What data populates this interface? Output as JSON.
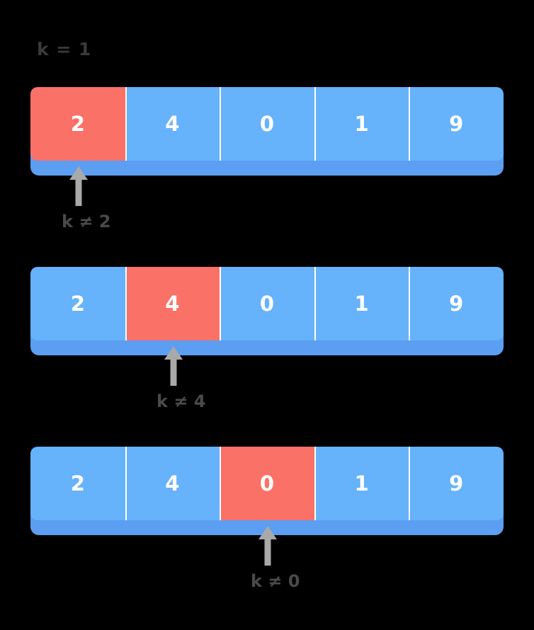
{
  "background_color": "#000000",
  "colors": {
    "cell_default": "#66b2fb",
    "cell_highlight": "#fa7168",
    "array_base": "#5b9ef2",
    "cell_text": "#ffffff",
    "caption_text": "#3a3a3a",
    "pointer_label_text": "#4a4a4a",
    "arrow": "#a9a9a9",
    "divider": "#ffffff"
  },
  "caption": {
    "text": "k = 1"
  },
  "rows": [
    {
      "values": [
        "2",
        "4",
        "0",
        "1",
        "9"
      ],
      "highlight_index": 0,
      "pointer_label": "k ≠ 2"
    },
    {
      "values": [
        "2",
        "4",
        "0",
        "1",
        "9"
      ],
      "highlight_index": 1,
      "pointer_label": "k ≠ 4"
    },
    {
      "values": [
        "2",
        "4",
        "0",
        "1",
        "9"
      ],
      "highlight_index": 2,
      "pointer_label": "k ≠ 0"
    }
  ]
}
